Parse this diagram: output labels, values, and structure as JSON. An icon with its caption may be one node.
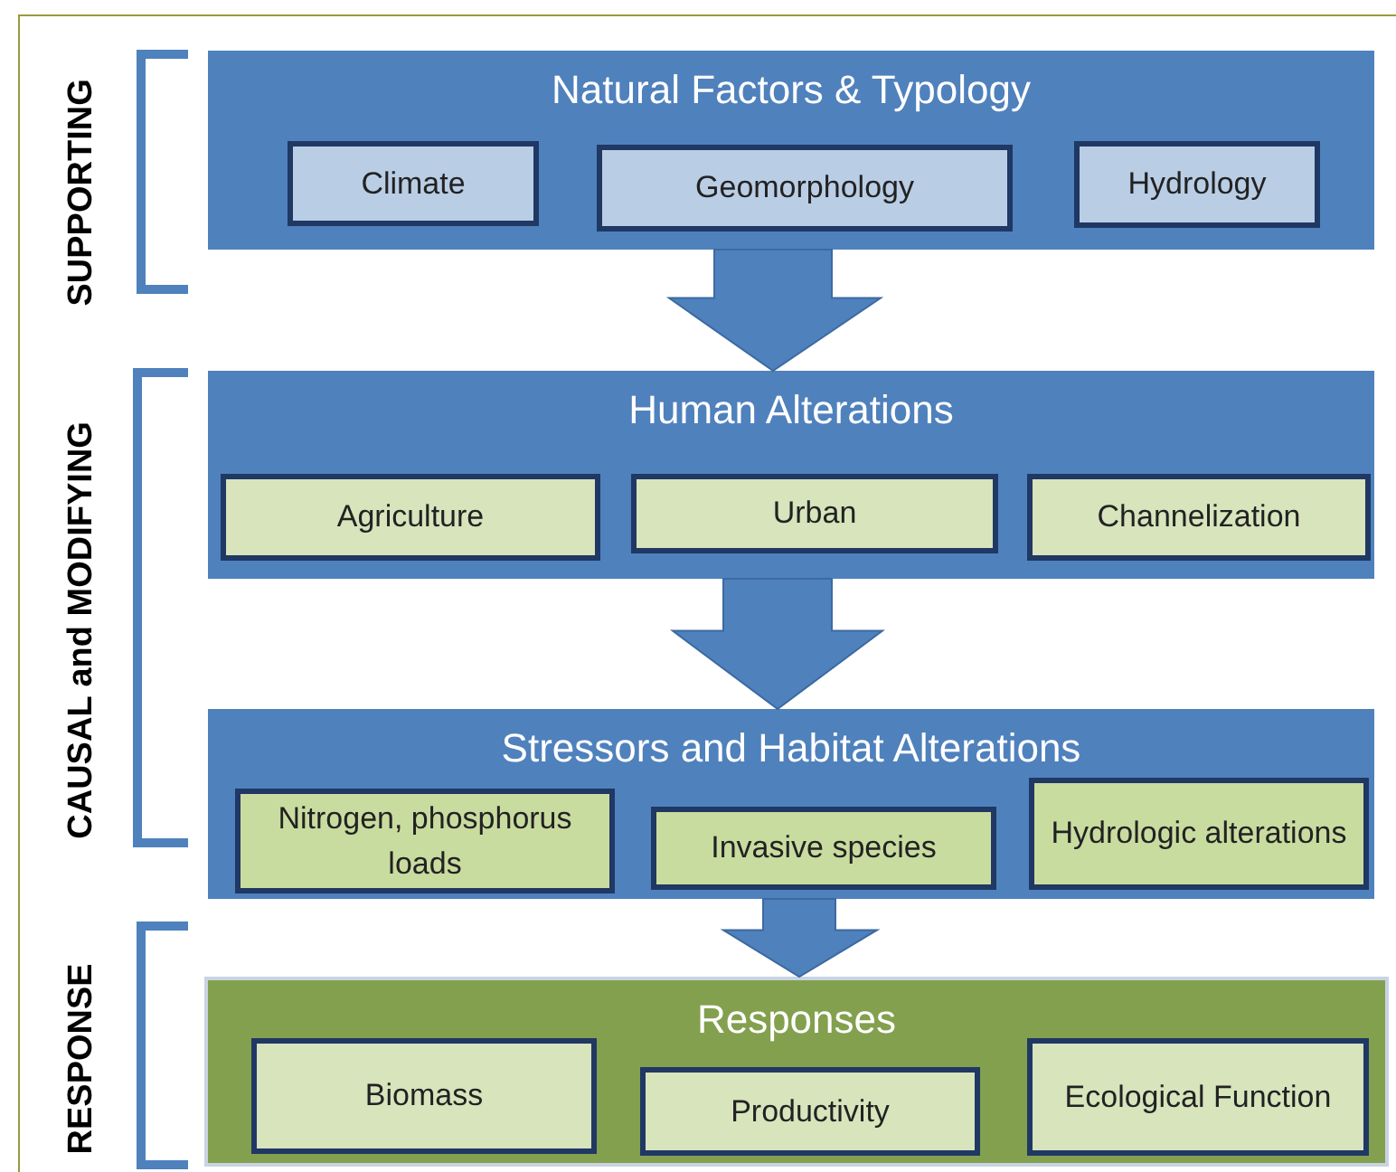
{
  "diagram": {
    "nodes": [
      {
        "text": [
          "Natural Factors & Typology"
        ]
      },
      {
        "text": [
          "Climate"
        ],
        "in": 0
      },
      {
        "text": [
          "Geomorphology"
        ],
        "in": 0
      },
      {
        "text": [
          "Hydrology"
        ],
        "in": 0
      },
      {
        "text": [
          "Human Alterations"
        ]
      },
      {
        "text": [
          "Agriculture"
        ],
        "in": 4
      },
      {
        "text": [
          "Urban"
        ],
        "in": 4
      },
      {
        "text": [
          "Channelization"
        ],
        "in": 4
      },
      {
        "text": [
          "Stressors and Habitat Alterations"
        ]
      },
      {
        "text": [
          "Nitrogen, phosphorus loads"
        ],
        "in": 8
      },
      {
        "text": [
          "Invasive species"
        ],
        "in": 8
      },
      {
        "text": [
          "Hydrologic alterations"
        ],
        "in": 8
      },
      {
        "text": [
          "Responses"
        ]
      },
      {
        "text": [
          "Biomass"
        ],
        "in": 12
      },
      {
        "text": [
          "Productivity"
        ],
        "in": 12
      },
      {
        "text": [
          "Ecological Function"
        ],
        "in": 12
      }
    ],
    "edges": [
      {
        "from": 0,
        "to": 4,
        "arrow": "to"
      },
      {
        "from": 4,
        "to": 8,
        "arrow": "to"
      },
      {
        "from": 8,
        "to": 12,
        "arrow": "to"
      }
    ],
    "labels": [
      "SUPPORTING",
      "CAUSAL and MODIFYING",
      "RESPONSE"
    ]
  }
}
